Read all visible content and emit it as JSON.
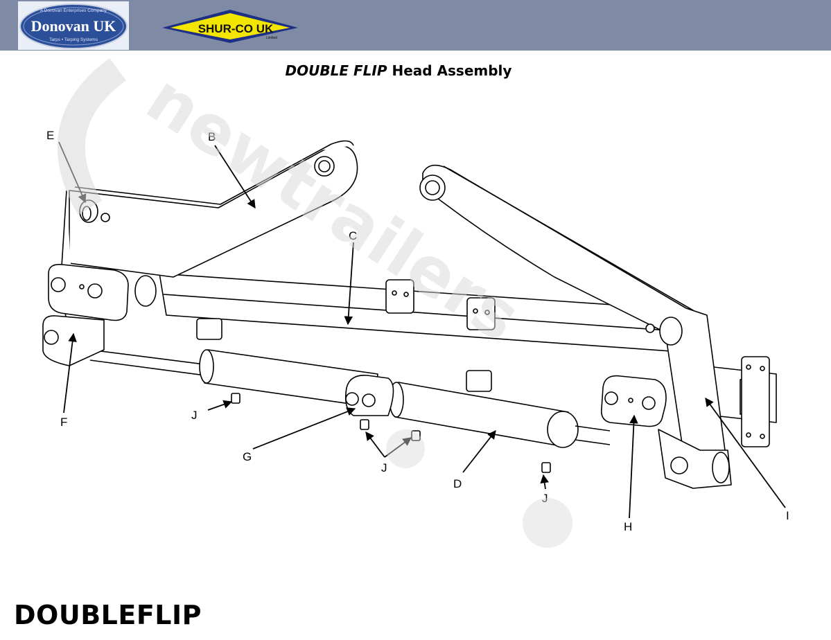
{
  "header": {
    "donovan_logo": {
      "main": "Donovan UK",
      "top": "A Donovan Enterprises Company",
      "bottom": "Tarps • Tarping Systems"
    },
    "shurco_logo": {
      "main": "SHUR-CO UK",
      "sub": "Limited"
    }
  },
  "title": {
    "italic_part": "DOUBLE FLIP",
    "rest": " Head Assembly"
  },
  "callouts": {
    "E": "E",
    "B": "B",
    "C": "C",
    "F": "F",
    "G": "G",
    "J1": "J",
    "J2": "J",
    "J3": "J",
    "D": "D",
    "H": "H",
    "I": "I"
  },
  "footer": {
    "title": "DOUBLEFLIP"
  },
  "watermark": {
    "text": "newtrailers"
  },
  "colors": {
    "header_bg": "#7f8aa4",
    "shurco_yellow": "#f2e600",
    "shurco_blue": "#1e2f86",
    "donovan_blue": "#2c4f9a"
  }
}
